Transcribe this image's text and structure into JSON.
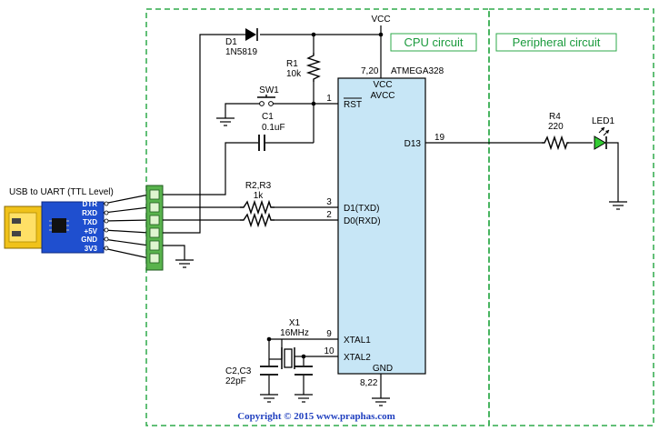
{
  "headers": {
    "cpu": "CPU circuit",
    "peripheral": "Peripheral circuit"
  },
  "usb": {
    "title": "USB to UART (TTL Level)",
    "pins": [
      "DTR",
      "RXD",
      "TXD",
      "+5V",
      "GND",
      "3V3"
    ]
  },
  "vcc_label": "VCC",
  "d1": {
    "ref": "D1",
    "value": "1N5819"
  },
  "r1": {
    "ref": "R1",
    "value": "10k"
  },
  "sw1": {
    "ref": "SW1"
  },
  "c1": {
    "ref": "C1",
    "value": "0.1uF"
  },
  "r23": {
    "ref": "R2,R3",
    "value": "1k"
  },
  "x1": {
    "ref": "X1",
    "value": "16MHz"
  },
  "c23": {
    "ref": "C2,C3",
    "value": "22pF"
  },
  "r4": {
    "ref": "R4",
    "value": "220"
  },
  "led1": {
    "ref": "LED1"
  },
  "mcu": {
    "name": "ATMEGA328",
    "pins_left": {
      "rst": {
        "num": "1",
        "name": "RST"
      },
      "txd": {
        "num": "3",
        "name": "D1(TXD)"
      },
      "rxd": {
        "num": "2",
        "name": "D0(RXD)"
      },
      "xtal1": {
        "num": "9",
        "name": "XTAL1"
      },
      "xtal2": {
        "num": "10",
        "name": "XTAL2"
      }
    },
    "pins_top": {
      "num": "7,20",
      "vcc": "VCC",
      "avcc": "AVCC"
    },
    "pins_right": {
      "d13": {
        "num": "19",
        "name": "D13"
      }
    },
    "pins_bottom": {
      "num": "8,22",
      "name": "GND"
    }
  },
  "copyright": "Copyright © 2015 www.praphas.com",
  "colors": {
    "panel_border": "#2eaa4a",
    "mcu_fill": "#c7e6f6",
    "usb_blue": "#1f4fcf",
    "usb_plug": "#f0c21a",
    "connector": "#59b34d",
    "led": "#33cc33",
    "copyright": "#1f3fbf"
  }
}
